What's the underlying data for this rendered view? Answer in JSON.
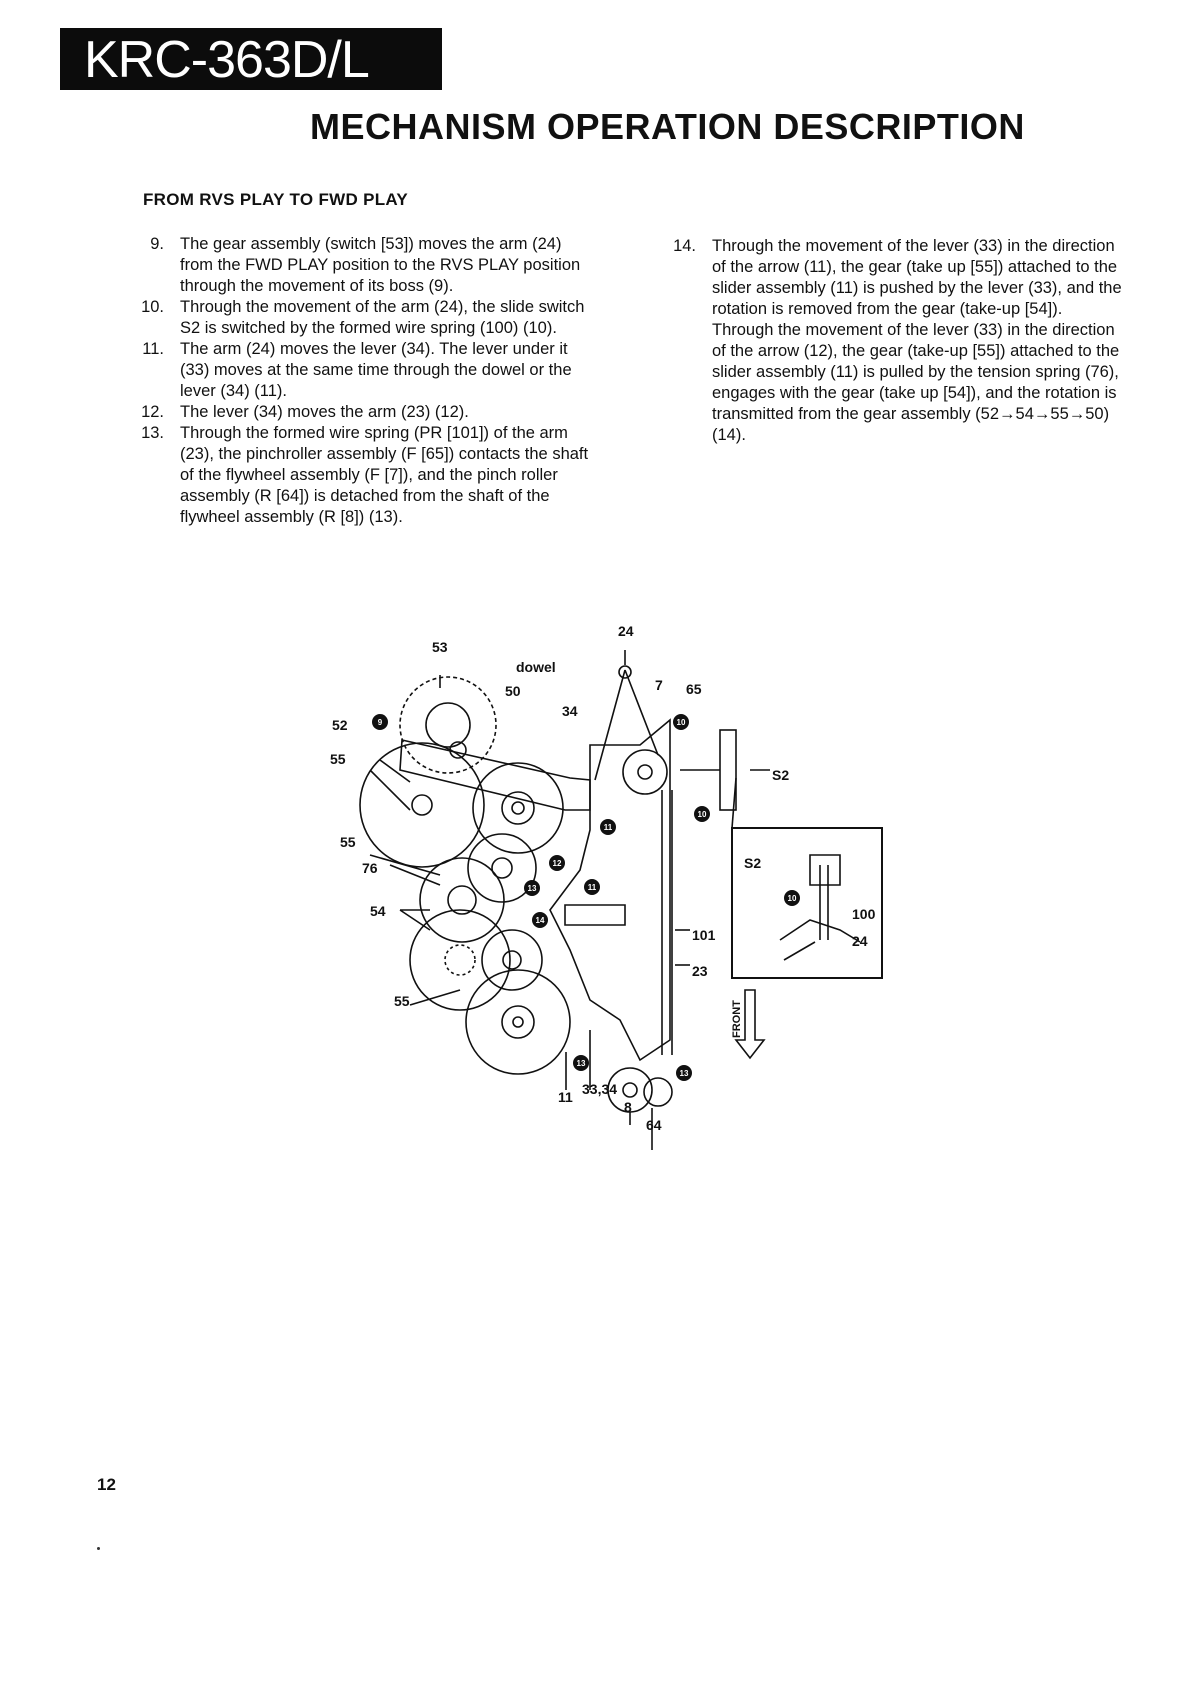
{
  "header": {
    "model": "KRC-363D/L",
    "title": "MECHANISM OPERATION DESCRIPTION"
  },
  "section_title": "FROM RVS PLAY TO FWD PLAY",
  "steps_left": [
    {
      "num": "9.",
      "text": "The gear assembly (switch [53]) moves the arm (24) from the FWD PLAY position to the RVS PLAY position through the movement of its boss (9)."
    },
    {
      "num": "10.",
      "text": "Through the movement of the arm (24), the slide switch S2 is switched by the formed wire spring (100) (10)."
    },
    {
      "num": "11.",
      "text": "The arm (24) moves the lever (34). The lever under it (33) moves at the same time through the dowel or the lever (34) (11)."
    },
    {
      "num": "12.",
      "text": "The lever (34) moves the arm (23) (12)."
    },
    {
      "num": "13.",
      "text": "Through the formed wire spring (PR [101]) of the arm (23), the pinchroller assembly (F [65]) contacts the shaft of the flywheel assembly (F [7]), and the pinch roller assembly (R [64]) is detached from the shaft of the flywheel assembly (R [8]) (13)."
    }
  ],
  "steps_right": [
    {
      "num": "14.",
      "text": "Through the movement of the lever (33) in the direction of the arrow (11), the gear (take up [55]) attached to the slider assembly (11) is pushed by the lever (33), and the rotation is removed from the gear (take-up [54])."
    },
    {
      "num": "",
      "text": "Through the movement of the lever (33) in the direction of the arrow (12), the gear (take-up [55]) attached to the slider assembly (11) is pulled by the tension spring (76), engages with the gear (take up [54]), and the rotation is transmitted from the gear assembly (52→54→55→50) (14)."
    }
  ],
  "diagram": {
    "labels": {
      "l53": "53",
      "l24": "24",
      "dowel": "dowel",
      "l50": "50",
      "l34": "34",
      "l7": "7",
      "l65": "65",
      "l52": "52",
      "l55a": "55",
      "l55b": "55",
      "l76": "76",
      "l54": "54",
      "l55c": "55",
      "s2": "S2",
      "l101": "101",
      "l23": "23",
      "l11": "11",
      "l3334": "33,34",
      "l8": "8",
      "l64": "64",
      "inset_s2": "S2",
      "inset_100": "100",
      "inset_24": "24",
      "front": "FRONT"
    },
    "markers": {
      "m9": "9",
      "m10a": "10",
      "m10b": "10",
      "m11a": "11",
      "m11b": "11",
      "m12": "12",
      "m13a": "13",
      "m13b": "13",
      "m13c": "13",
      "m14": "14",
      "m10c": "10"
    }
  },
  "page_number": "12"
}
